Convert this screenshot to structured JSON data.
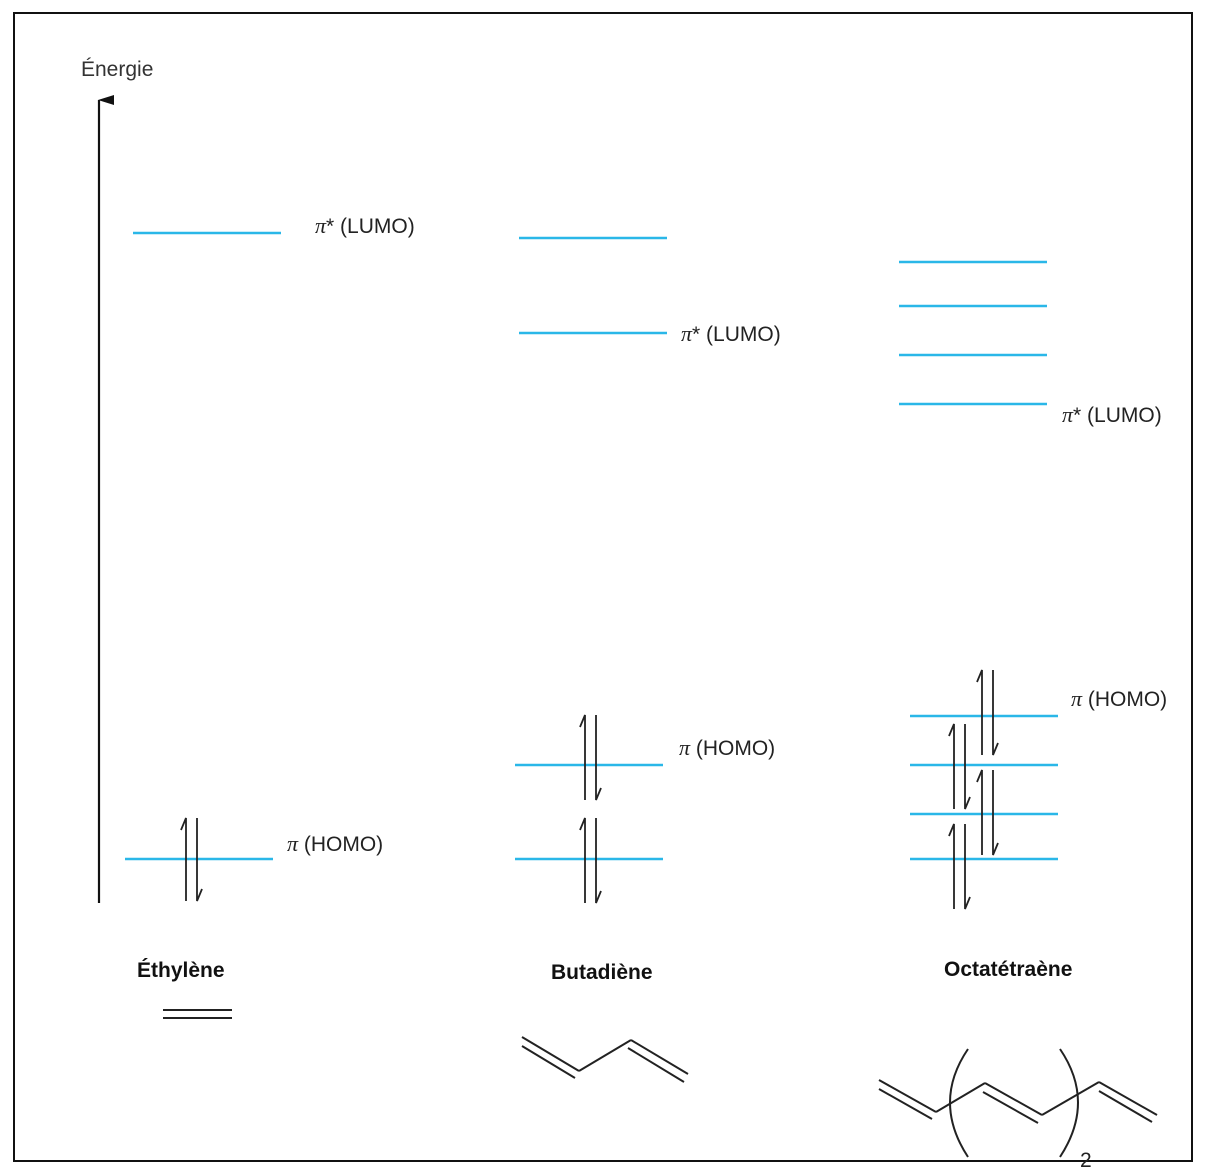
{
  "axis": {
    "label": "Énergie"
  },
  "symbols": {
    "pi": "π"
  },
  "labels": {
    "ethylene_lumo": "* (LUMO)",
    "ethylene_homo": " (HOMO)",
    "butadiene_lumo": "* (LUMO)",
    "butadiene_homo": " (HOMO)",
    "octatetraene_lumo": "* (LUMO)",
    "octatetraene_homo": " (HOMO)"
  },
  "molecules": [
    {
      "name": "Éthylène"
    },
    {
      "name": "Butadiène"
    },
    {
      "name": "Octatétraène",
      "subscript": "2"
    }
  ],
  "colors": {
    "orbital_level": "#2ab7e8",
    "line": "#222222"
  }
}
